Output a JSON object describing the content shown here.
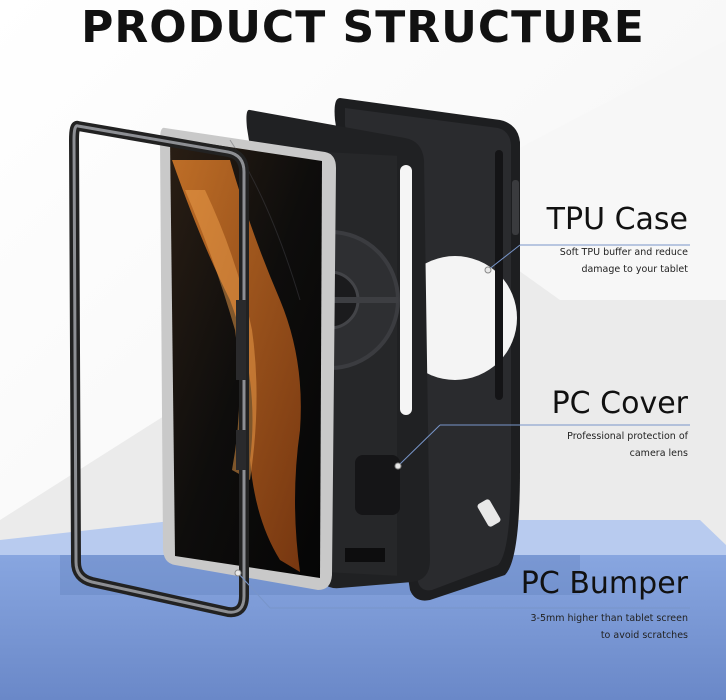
{
  "title": "PRODUCT STRUCTURE",
  "callouts": [
    {
      "name": "TPU Case",
      "lines": [
        "Soft TPU buffer and reduce",
        "damage to your tablet"
      ]
    },
    {
      "name": "PC Cover",
      "lines": [
        "Professional protection of",
        "camera lens"
      ]
    },
    {
      "name": "PC Bumper",
      "lines": [
        "3-5mm higher than tablet screen",
        "to avoid scratches"
      ]
    }
  ],
  "colors": {
    "accent": "#7895c9",
    "pedestal_top": "#a9c0ea",
    "pedestal_front": "#6f8fd0",
    "case_black": "#1d1e20"
  }
}
